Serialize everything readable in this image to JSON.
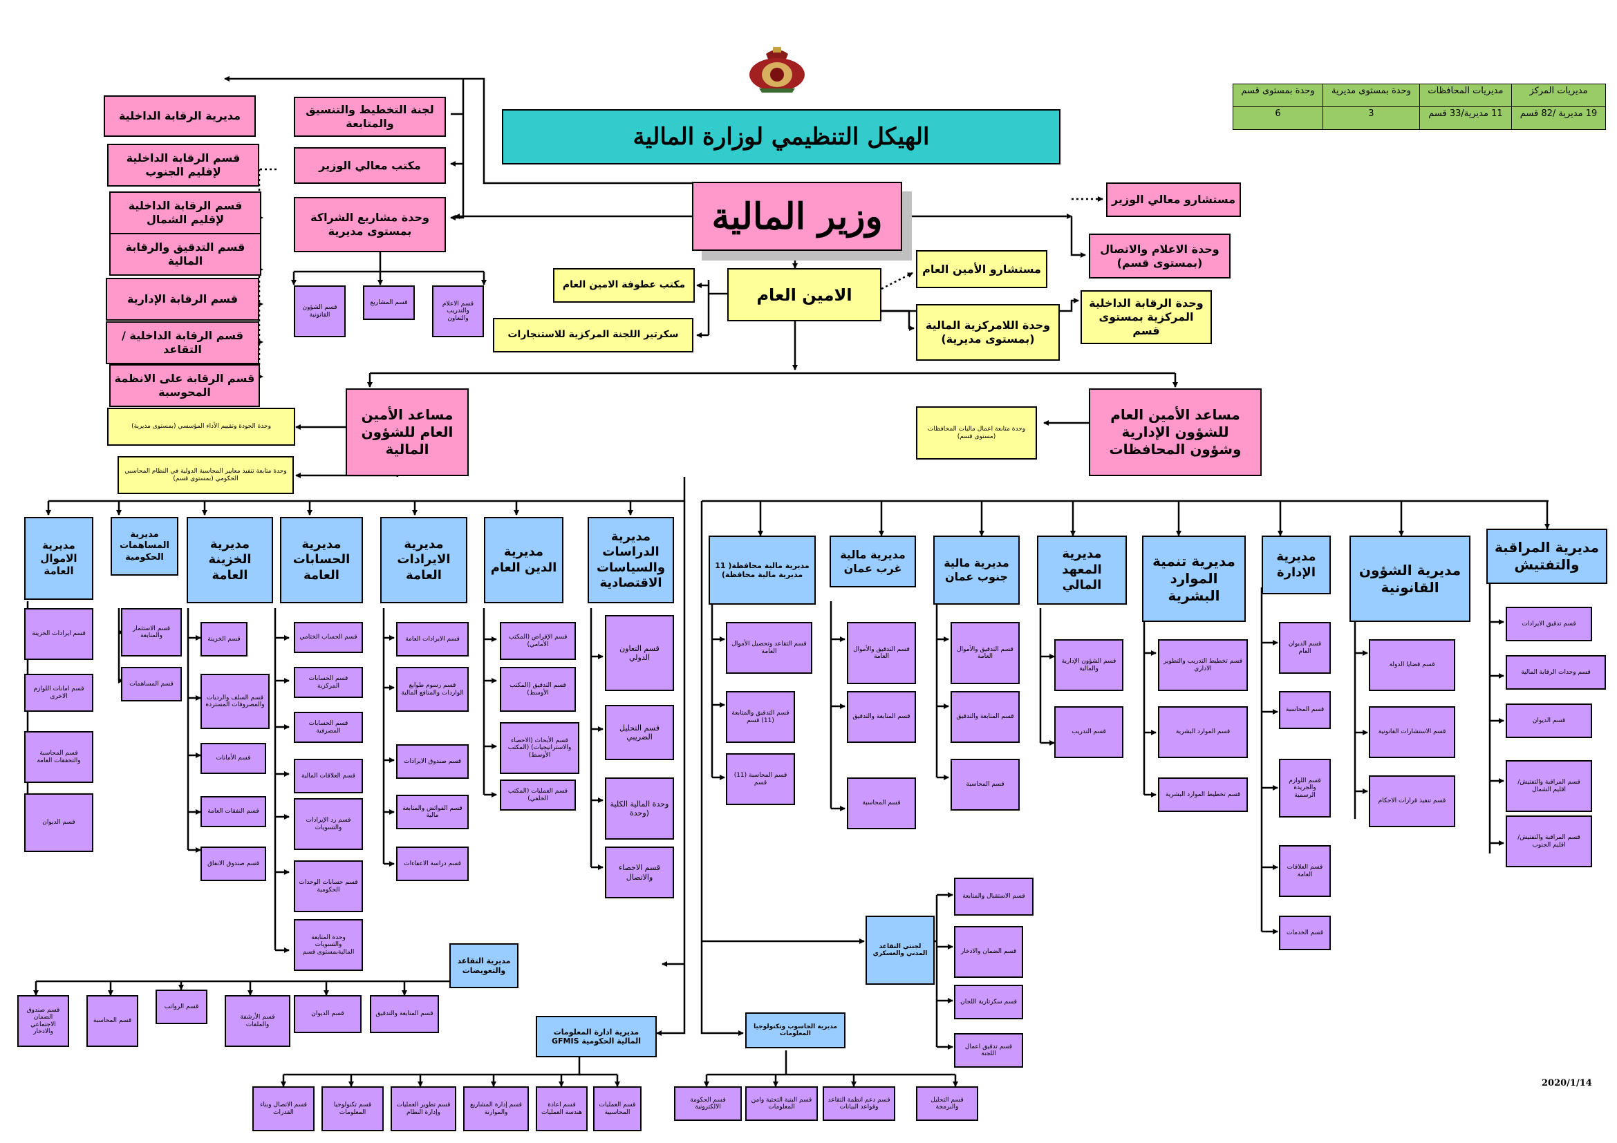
{
  "title": "الهيكل التنظيمي لوزارة المالية",
  "date": "2020/1/14",
  "stats": {
    "headers": [
      "مديريات المركز",
      "مديريات المحافظات",
      "وحدة بمستوى مديرية",
      "وحدة بمستوى قسم"
    ],
    "values": [
      "19 مديرية /82 قسم",
      "11 مديرية/33 قسم",
      "3",
      "6"
    ]
  },
  "top": {
    "minister": "وزير المالية",
    "secretary_general": "الامين العام",
    "advisors": "مستشارو معالي الوزير",
    "media_unit": "وحدة الاعلام والاتصال (بمستوى قسم)",
    "sg_advisor": "مستشارو الأمين العام",
    "decentral_unit": "وحدة اللامركزية المالية (بمستوى مديرية)",
    "central_audit_unit": "وحدة الرقابة الداخلية المركزية بمستوى قسم",
    "sg_office": "مكتب عطوفة الامين العام",
    "purchasing_secretary": "سكرتير اللجنة المركزية للاستنجارات",
    "planning_committee": "لجنة التخطيط والتنسيق والمتابعة",
    "minister_office": "مكتب معالي الوزير",
    "partnership_unit": "وحدة مشاريع الشراكة بمستوى مديرية",
    "partnership_sections": [
      "قسم الاعلام والتدريب والتعاون",
      "قسم المشاريع",
      "قسم الشؤون القانونية"
    ]
  },
  "internal_audit": {
    "title": "مديرية الرقابة الداخلية",
    "sections": [
      "قسم الرقابة الداخلية لإقليم الجنوب",
      "قسم الرقابة الداخلية لإقليم الشمال",
      "قسم التدقيق والرقابة المالية",
      "قسم الرقابة الإدارية",
      "قسم الرقابة الداخلية / التقاعد",
      "قسم الرقابة على الانظمة المحوسبة"
    ]
  },
  "financial_assistant": {
    "title": "مساعد الأمين العام للشؤون المالية",
    "units": [
      "وحدة الجودة وتقييم الأداء المؤسسي (بمستوى مديرية)",
      "وحدة متابعة تنفيذ معايير المحاسبة الدولية في النظام المحاسبي الحكومي (بمستوى قسم)"
    ],
    "directorates": [
      {
        "title": "مديرية الدراسات والسياسات الاقتصادية",
        "sections": [
          "قسم التعاون الدولي",
          "قسم التحليل الضريبي",
          "وحدة المالية الكلية (وحدة",
          "قسم الاحصاء والاتصال"
        ]
      },
      {
        "title": "مديرية الدين العام",
        "sections": [
          "قسم الإقراض (المكتب الأمامي)",
          "قسم التدقيق (المكتب الأوسط)",
          "قسم الأبحاث (الاحصاء والاستراتيجيات) (المكتب الأوسط)",
          "قسم العمليات (المكتب الخلفي)"
        ]
      },
      {
        "title": "مديرية الايرادات العامة",
        "sections": [
          "قسم الايرادات العامة",
          "قسم رسوم طوابع الواردات والمنافع المالية",
          "قسم صندوق الايرادات",
          "قسم الفوائض والمتابعة مالية",
          "قسم دراسة الاعفاءات"
        ]
      },
      {
        "title": "مديرية الحسابات العامة",
        "sections": [
          "قسم الحساب الختامي",
          "قسم الحسابات المركزية",
          "قسم الحسابات المصرفية",
          "قسم العلاقات المالية",
          "قسم رد الإيرادات والتسويات",
          "قسم حسابات الوحدات الحكومية",
          "وحدة المتابعة والتسويات الماليةبمستوى قسم"
        ]
      },
      {
        "title": "مديرية الخزينة العامة",
        "sections": [
          "قسم الخزينة",
          "قسم السلف والرديات والمصروفات المستردة",
          "قسم الأمانات",
          "قسم النفقات العامة",
          "قسم صندوق الانفاق"
        ]
      },
      {
        "title": "مديرية المساهمات الحكومية",
        "sections": [
          "قسم الاستثمار والمتابعة",
          "قسم المساهمات"
        ]
      },
      {
        "title": "مديرية الاموال العامة",
        "sections": [
          "قسم ايرادات الخزينة",
          "قسم امانات اللوازم الاخرى",
          "قسم المحاسبة والتحققات العامة",
          "قسم الديوان"
        ]
      }
    ],
    "retirement": {
      "title": "مديرية التقاعد والتعويضات",
      "sections": [
        "قسم المتابعة والتدقيق",
        "قسم الديوان",
        "قسم الأرشفة والملفات",
        "قسم الرواتب",
        "قسم المحاسبة",
        "قسم صندوق الضمان الاجتماعي والادخار"
      ]
    },
    "gfmis": {
      "title": "مديرية ادارة المعلومات المالية الحكومية GFMIS",
      "sections": [
        "قسم العمليات المحاسبية",
        "قسم اعادة هندسة العمليات",
        "قسم إدارة المشاريع والموازنة",
        "قسم تطوير العمليات وإدارة النظام",
        "قسم تكنولوجيا المعلومات",
        "قسم الاتصال وبناء القدرات"
      ]
    }
  },
  "admin_assistant": {
    "title": "مساعد الأمين العام للشؤون الإدارية وشؤون المحافظات",
    "unit": "وحدة متابعة اعمال ماليات المحافظات (مستوى قسم)",
    "directorates": [
      {
        "title": "مديرية المراقبة والتفتيش",
        "sections": [
          "قسم تدقيق الايرادات",
          "قسم وحدات الرقابة المالية",
          "قسم الديوان",
          "قسم المراقبة والتفتيش/ اقليم الشمال",
          "قسم المراقبة والتفتيش/ اقليم الجنوب"
        ]
      },
      {
        "title": "مديرية الشؤون القانونية",
        "sections": [
          "قسم قضايا الدولة",
          "قسم الاستشارات القانونية",
          "قسم تنفيذ قرارات الاحكام"
        ]
      },
      {
        "title": "مديرية الإدارة",
        "sections": [
          "قسم الديوان العام",
          "قسم المحاسبة",
          "قسم اللوازم والجريدة الرسمية",
          "قسم العلاقات العامة",
          "قسم الخدمات"
        ]
      },
      {
        "title": "مديرية تنمية الموارد البشرية",
        "sections": [
          "قسم تخطيط التدريب والتطوير الاداري",
          "قسم الموارد البشرية",
          "قسم تخطيط الموارد البشرية"
        ]
      },
      {
        "title": "مديرية المعهد المالي",
        "sections": [
          "قسم الشؤون الإدارية والمالية",
          "قسم التدريب"
        ]
      },
      {
        "title": "مديرية مالية جنوب عمان",
        "sections": [
          "قسم التدقيق والأموال العامة",
          "قسم المتابعة والتدقيق",
          "قسم المحاسبة"
        ]
      },
      {
        "title": "مديرية مالية غرب عمان",
        "sections": [
          "قسم التدقيق والأموال العامة",
          "قسم المتابعة والتدقيق",
          "قسم المحاسبة"
        ]
      },
      {
        "title": "مديرية مالية محافظة( 11 مديرية مالية محافظة)",
        "sections": [
          "قسم التقاعد وتحصيل الأموال العامة",
          "قسم التدقيق والمتابعة (11) قسم",
          "قسم المحاسبة (11) قسم"
        ]
      }
    ],
    "committees": {
      "title": "لجنتي التقاعد المدني والعسكري",
      "sections": [
        "قسم الاستقبال والمتابعة",
        "قسم الضمان والادخار",
        "قسم سكرتارية اللجان",
        "قسم تدقيق اعمال اللجنة"
      ]
    },
    "it": {
      "title": "مديرية الحاسوب وتكنولوجيا المعلومات",
      "sections": [
        "قسم التحليل والبرمجة",
        "قسم دعم انظمة التقاعد وقواعد البيانات",
        "قسم البنية التحتية وامن المعلومات",
        "قسم الحكومة الالكترونية"
      ]
    }
  }
}
